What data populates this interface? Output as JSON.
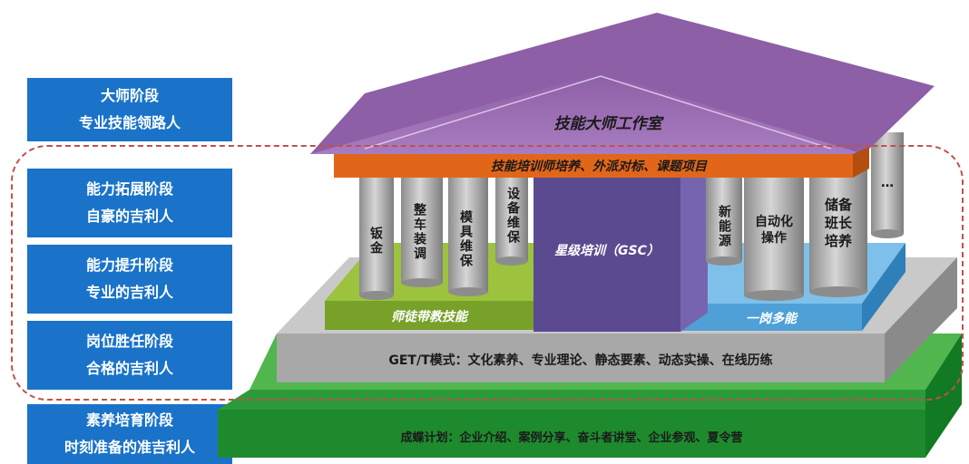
{
  "stages": [
    {
      "title": "大师阶段",
      "subtitle": "专业技能领路人"
    },
    {
      "title": "能力拓展阶段",
      "subtitle": "自豪的吉利人"
    },
    {
      "title": "能力提升阶段",
      "subtitle": "专业的吉利人"
    },
    {
      "title": "岗位胜任阶段",
      "subtitle": "合格的吉利人"
    },
    {
      "title": "素养培育阶段",
      "subtitle": "时刻准备的准吉利人"
    }
  ],
  "roof": {
    "title": "技能大师工作室",
    "beam": "技能培训师培养、外派对标、课题项目"
  },
  "pillars_left": [
    "钣金",
    "整车装调",
    "模具维保",
    "设备维保"
  ],
  "pillars_right": [
    "新能源",
    "自动化操作",
    "储备班长培养",
    "…"
  ],
  "center": "星级培训（GSC）",
  "platform_left": "师徒带教技能",
  "platform_right": "一岗多能",
  "gray_base": "GET/T模式：文化素养、专业理论、静态要素、动态实操、在线历练",
  "green_base": "成蝶计划：企业介绍、案例分享、奋斗者讲堂、企业参观、夏令营",
  "colors": {
    "stage_blue": "#1a73c9",
    "roof_purple": "#9a6fb0",
    "beam_orange": "#e2661a",
    "center_purple": "#5b4a8f",
    "platform_green": "#78a12a",
    "platform_blue": "#4fa0d6",
    "gray_base": "#a8a8a8",
    "green_base": "#1e8a2e",
    "dashed": "#c0504d"
  }
}
